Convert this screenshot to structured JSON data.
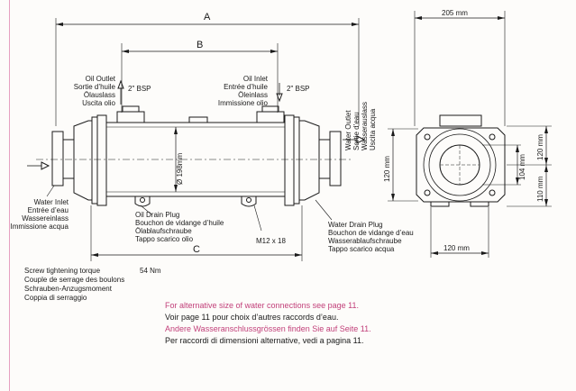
{
  "dimensions": {
    "A": "A",
    "B": "B",
    "C": "C",
    "diameter": "Ø 198mm",
    "width_205": "205 mm",
    "height_120_right": "120 mm",
    "height_110_right": "110 mm",
    "height_104": "104 mm",
    "height_120_left": "120 mm",
    "width_120_bottom": "120 mm",
    "bolt": "M12 x 18"
  },
  "labels": {
    "oil_outlet": [
      "Oil Outlet",
      "Sortie d’huile",
      "Ölauslass",
      "Uscita olio"
    ],
    "oil_outlet_bsp": "2\" BSP",
    "oil_inlet": [
      "Oil Inlet",
      "Entrée d’huile",
      "Öleinlass",
      "Immissione olio"
    ],
    "oil_inlet_bsp": "2\" BSP",
    "water_outlet": [
      "Water Outlet",
      "Sortie d’eau",
      "Wasserauslass",
      "Uscita acqua"
    ],
    "water_inlet": [
      "Water Inlet",
      "Entrée d’eau",
      "Wassereinlass",
      "Immissione acqua"
    ],
    "oil_drain": [
      "Oil Drain Plug",
      "Bouchon de vidange d’huile",
      "Ölablaufschraube",
      "Tappo scarico olio"
    ],
    "water_drain": [
      "Water Drain Plug",
      "Bouchon de vidange d’eau",
      "Wasserablaufschraube",
      "Tappo scarico acqua"
    ]
  },
  "notes": {
    "torque_lines": [
      "Screw tightening torque",
      "Couple de serrage des boulons",
      "Schrauben-Anzugsmoment",
      "Coppia di serraggio"
    ],
    "torque_value": "54 Nm"
  },
  "references": {
    "en": "For alternative size of water connections see page 11.",
    "fr": "Voir page 11 pour choix d’autres raccords d’eau.",
    "de": "Andere Wasseranschlussgrössen finden Sie auf Seite 11.",
    "it": "Per raccordi di dimensioni alternative, vedi a pagina 11."
  },
  "colors": {
    "line": "#1a1a1a",
    "accent_pink": "#c2407a",
    "paper": "#fdfcfa"
  }
}
